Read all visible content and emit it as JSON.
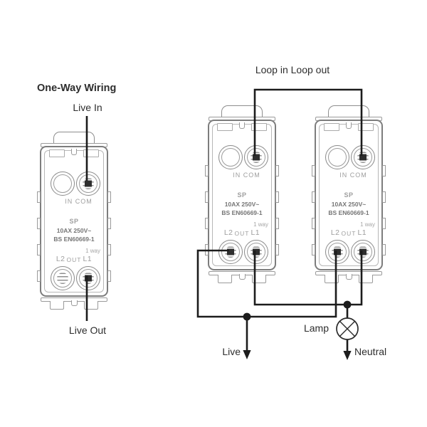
{
  "diagram": {
    "left_section": {
      "title": "One-Way Wiring",
      "top_label": "Live In",
      "bottom_label": "Live Out"
    },
    "right_section": {
      "top_label": "Loop in Loop out",
      "live_label": "Live",
      "lamp_label": "Lamp",
      "neutral_label": "Neutral"
    },
    "module_labels": {
      "in": "IN",
      "com": "COM",
      "sp": "SP",
      "rating": "10AX 250V~",
      "standard": "BS EN60669-1",
      "way": "1 way",
      "l2": "L2",
      "out": "OUT",
      "l1": "L1"
    },
    "colors": {
      "wire": "#1c1c1c",
      "module_outline": "#888888",
      "module_text": "#9e9e9e",
      "module_text_dark": "#757575",
      "label_text": "#2d2d2d",
      "background": "#ffffff"
    }
  }
}
